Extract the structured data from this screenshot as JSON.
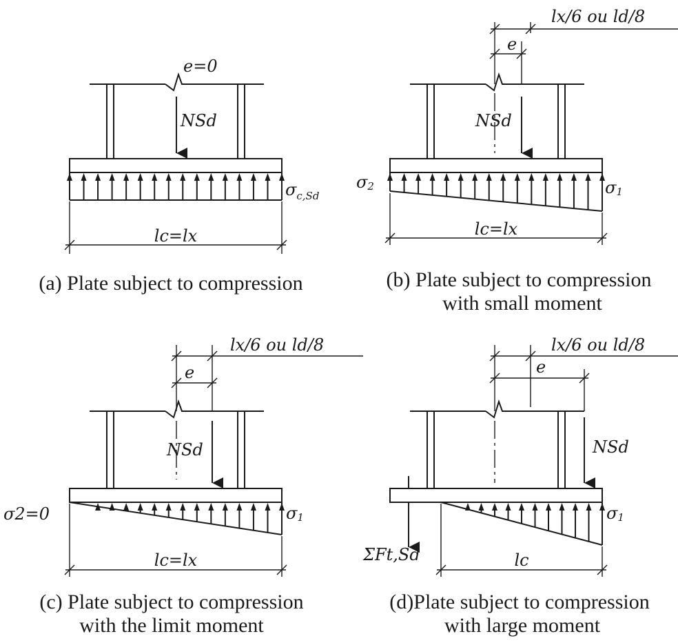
{
  "panels": [
    {
      "id": "a",
      "labels": {
        "e": "e=0",
        "force": "NSd",
        "stress_main": "σ",
        "stress_main_sub": "c,Sd",
        "length": "lc=lx"
      },
      "caption_lines": [
        "(a) Plate subject to compression"
      ]
    },
    {
      "id": "b",
      "labels": {
        "limit": "lx/6 ou ld/8",
        "e": "e",
        "force": "NSd",
        "stress_left": "σ",
        "stress_left_sub": "2",
        "stress_right": "σ",
        "stress_right_sub": "1",
        "length": "lc=lx"
      },
      "caption_lines": [
        "(b) Plate subject to compression",
        "with small moment"
      ]
    },
    {
      "id": "c",
      "labels": {
        "limit": "lx/6 ou ld/8",
        "e": "e",
        "force": "NSd",
        "stress_left": "σ2=0",
        "stress_right": "σ",
        "stress_right_sub": "1",
        "length": "lc=lx"
      },
      "caption_lines": [
        "(c) Plate subject to compression",
        "with the limit moment"
      ]
    },
    {
      "id": "d",
      "labels": {
        "limit": "lx/6 ou ld/8",
        "e": "e",
        "force": "NSd",
        "tension": "ΣFt,Sd",
        "stress_right": "σ",
        "stress_right_sub": "1",
        "length": "lc"
      },
      "caption_lines": [
        "(d)Plate subject to compression",
        "with large moment"
      ]
    }
  ]
}
